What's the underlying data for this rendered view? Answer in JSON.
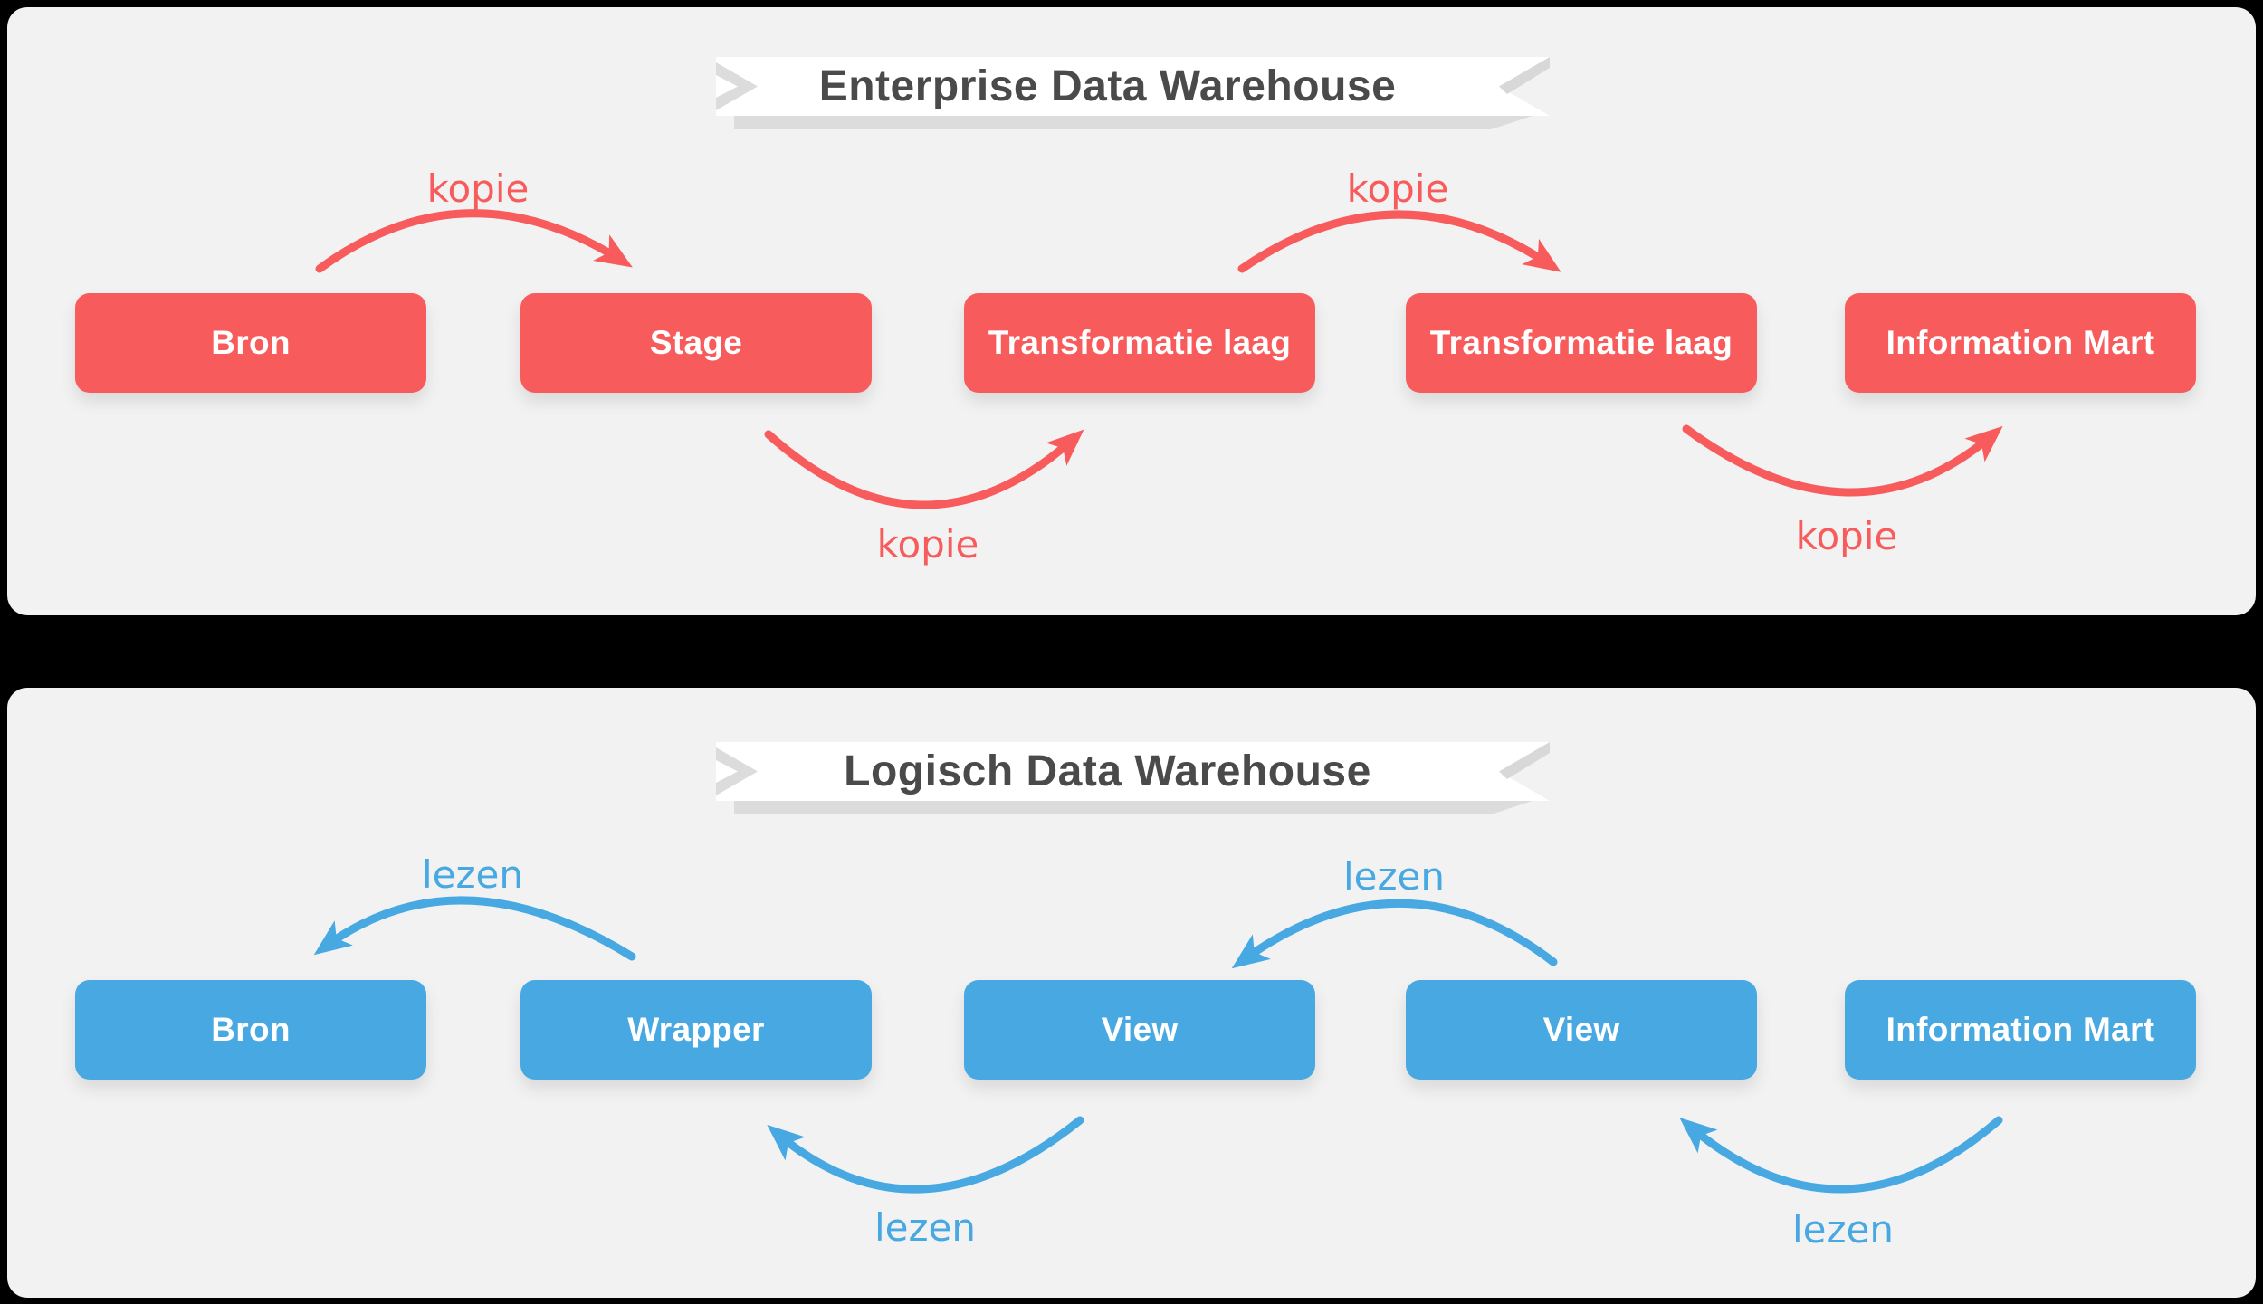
{
  "page": {
    "background": "#000000"
  },
  "colors": {
    "edw_red": "#f85b5b",
    "ldw_blue": "#47a8e2",
    "panel_background": "#f2f2f2",
    "ribbon_white": "#ffffff",
    "ribbon_shadow_gray": "#dcdcdc",
    "banner_text_gray": "#4a4a4a",
    "box_text": "#ffffff"
  },
  "panels": [
    {
      "banner": "Enterprise Data Warehouse",
      "boxes": [
        {
          "label": "Bron"
        },
        {
          "label": "Stage"
        },
        {
          "label": "Transformatie laag"
        },
        {
          "label": "Transformatie laag"
        },
        {
          "label": "Information Mart"
        }
      ],
      "arrows": [
        {
          "label": "kopie",
          "from": "Bron",
          "to": "Stage",
          "direction": "right",
          "position": "above"
        },
        {
          "label": "kopie",
          "from": "Stage",
          "to": "Transformatie laag",
          "direction": "right",
          "position": "below"
        },
        {
          "label": "kopie",
          "from": "Transformatie laag",
          "to": "Transformatie laag",
          "direction": "right",
          "position": "above"
        },
        {
          "label": "kopie",
          "from": "Transformatie laag",
          "to": "Information Mart",
          "direction": "right",
          "position": "below"
        }
      ]
    },
    {
      "banner": "Logisch Data Warehouse",
      "boxes": [
        {
          "label": "Bron"
        },
        {
          "label": "Wrapper"
        },
        {
          "label": "View"
        },
        {
          "label": "View"
        },
        {
          "label": "Information Mart"
        }
      ],
      "arrows": [
        {
          "label": "lezen",
          "from": "Wrapper",
          "to": "Bron",
          "direction": "left",
          "position": "above"
        },
        {
          "label": "lezen",
          "from": "View",
          "to": "Wrapper",
          "direction": "left",
          "position": "below"
        },
        {
          "label": "lezen",
          "from": "View",
          "to": "View",
          "direction": "left",
          "position": "above"
        },
        {
          "label": "lezen",
          "from": "Information Mart",
          "to": "View",
          "direction": "left",
          "position": "below"
        }
      ]
    }
  ]
}
